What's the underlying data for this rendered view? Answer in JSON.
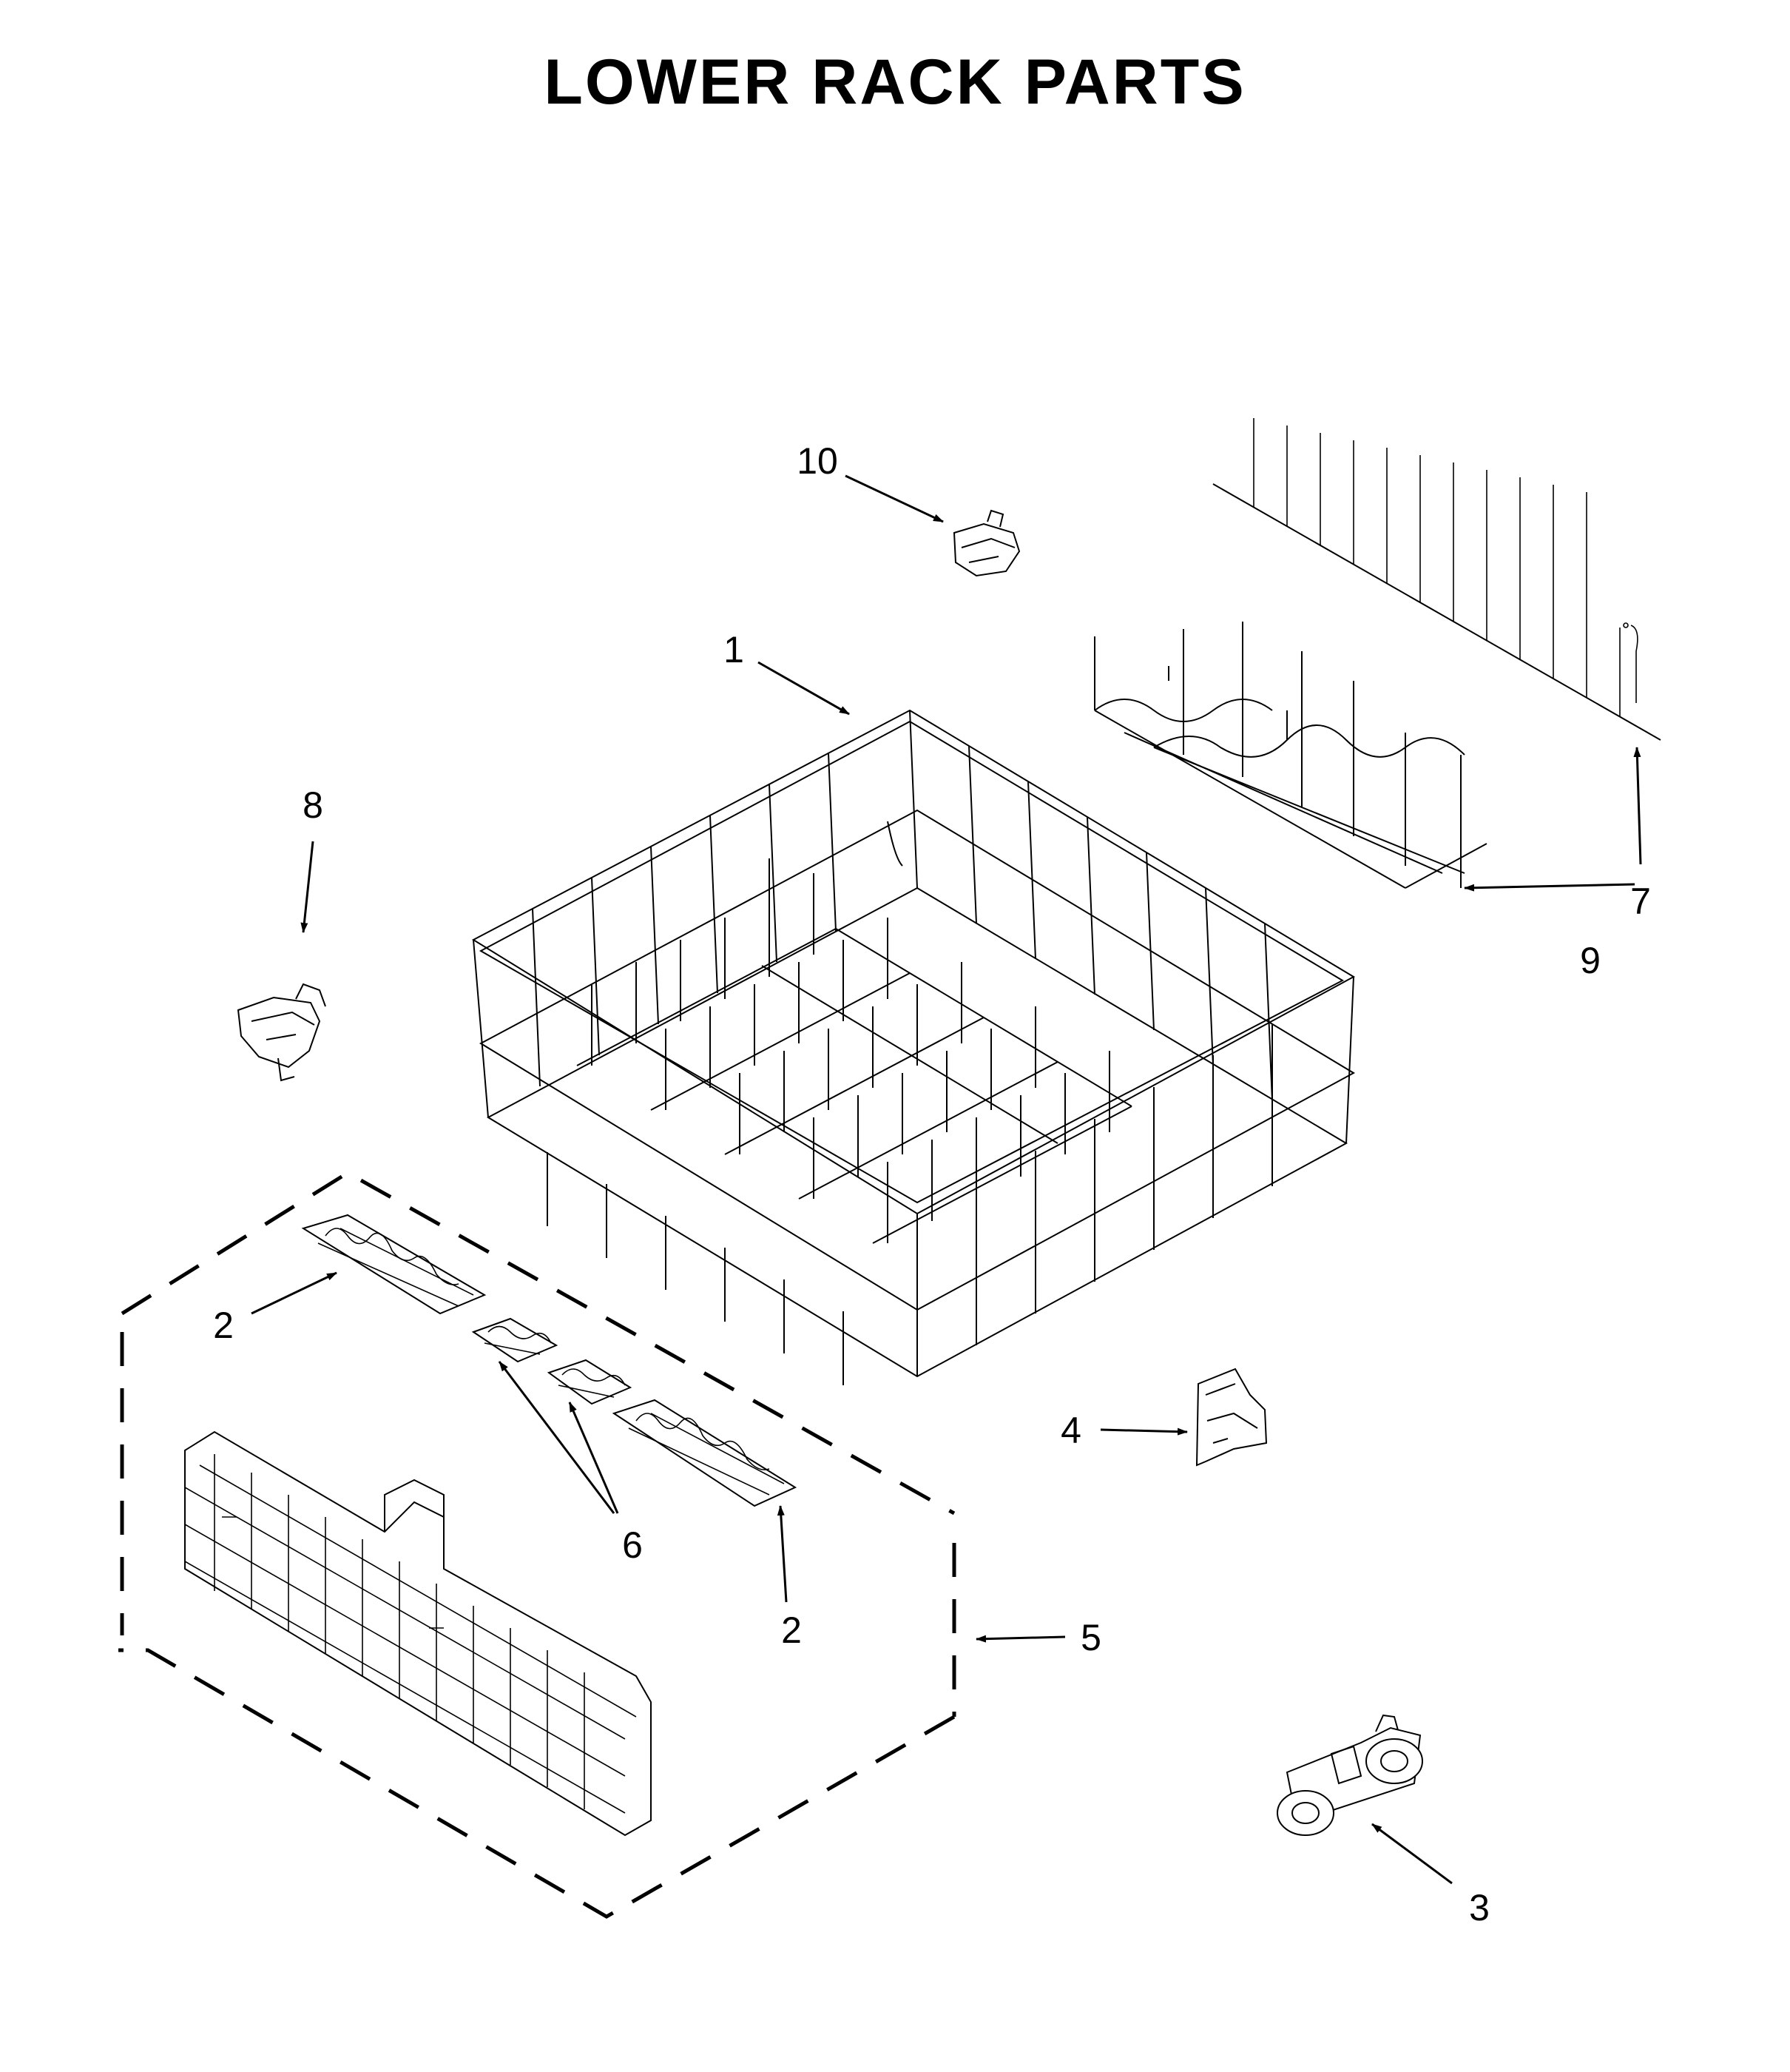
{
  "title": "LOWER RACK PARTS",
  "callouts": [
    "1",
    "2",
    "2",
    "3",
    "4",
    "5",
    "6",
    "7",
    "8",
    "9",
    "10"
  ]
}
